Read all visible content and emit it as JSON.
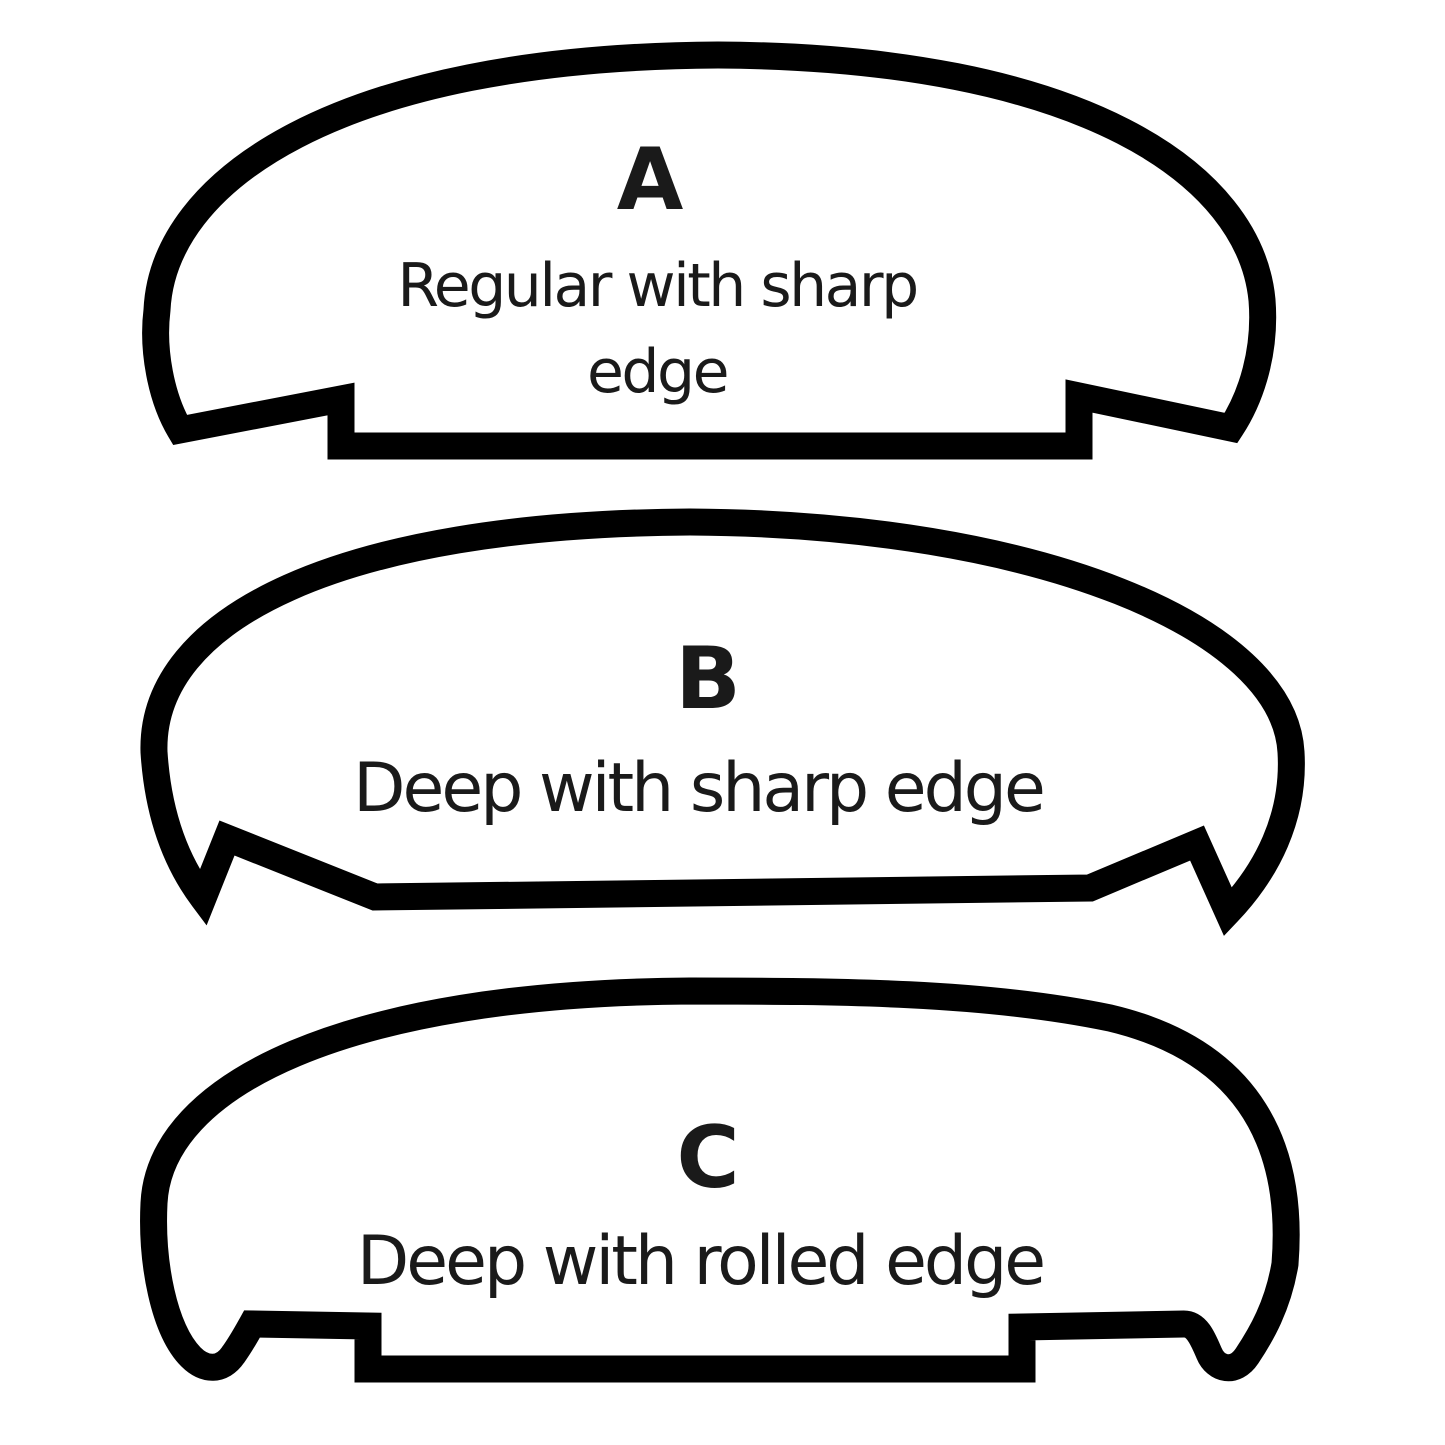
{
  "page": {
    "background": "#ffffff",
    "line_color": "#000000",
    "text_color": "#1a1a1a"
  },
  "profiles": [
    {
      "label": "A",
      "description_lines": [
        "Regular with sharp",
        "edge"
      ],
      "description": "Regular with sharp edge"
    },
    {
      "label": "B",
      "description_lines": [
        "Deep with sharp edge"
      ],
      "description": "Deep with sharp edge"
    },
    {
      "label": "C",
      "description_lines": [
        "Deep with rolled edge"
      ],
      "description": "Deep with rolled edge"
    }
  ]
}
